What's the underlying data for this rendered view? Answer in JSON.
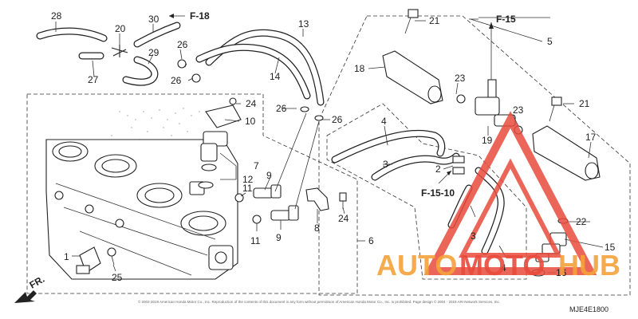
{
  "callouts": {
    "c1": "1",
    "c2": "2",
    "c3a": "3",
    "c3b": "3",
    "c4a": "4",
    "c4b": "4",
    "c5": "5",
    "c6": "6",
    "c7": "7",
    "c8": "8",
    "c9a": "9",
    "c9b": "9",
    "c10": "10",
    "c11a": "11",
    "c11b": "11",
    "c12": "12",
    "c13": "13",
    "c14": "14",
    "c15": "15",
    "c16": "16",
    "c17": "17",
    "c18": "18",
    "c19": "19",
    "c20": "20",
    "c21a": "21",
    "c21b": "21",
    "c22": "22",
    "c23a": "23",
    "c23b": "23",
    "c24a": "24",
    "c24b": "24",
    "c25": "25",
    "c26a": "26",
    "c26b": "26",
    "c26c": "26",
    "c26d": "26",
    "c27": "27",
    "c28": "28",
    "c29": "29",
    "c30": "30"
  },
  "references": {
    "f18": "F-18",
    "f15": "F-15",
    "f1510": "F-15-10"
  },
  "front_marker": "FR.",
  "watermark": {
    "part1": "AUTO",
    "part2": "MOTO",
    "part3": "HUB"
  },
  "copyright": "© 2002-2019 American Honda Motor Co., Inc. Reproduction of the contents of this document in any form without permission of American Honda Motor Co., Inc. is prohibited. Page design © 2004 - 2019 ARI Network Services, Inc.",
  "diagram_code": "MJE4E1800",
  "colors": {
    "watermark_orange": "#f4a23a",
    "watermark_red": "#e84b3c",
    "line": "#222222"
  }
}
